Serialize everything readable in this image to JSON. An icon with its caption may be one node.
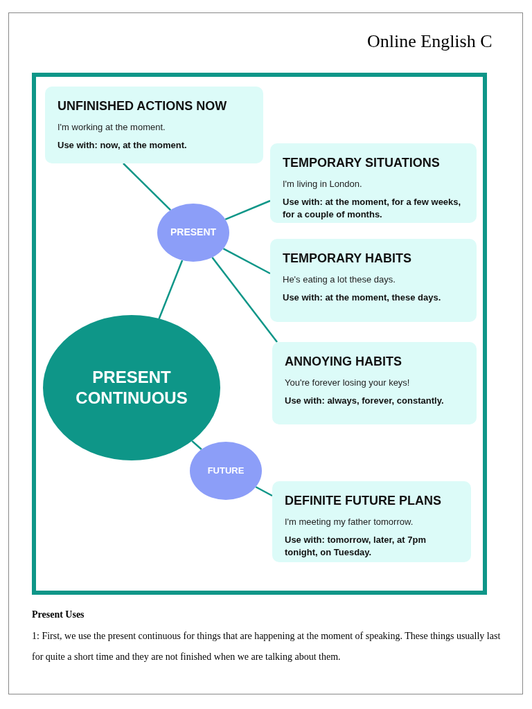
{
  "diagram": {
    "nodes": [
      {
        "text": [
          "UNFINISHED ACTIONS NOW",
          "I'm working at the moment.",
          "Use with: now, at the moment."
        ]
      },
      {
        "text": [
          "TEMPORARY SITUATIONS",
          "I'm living in London.",
          "Use with: at the moment, for a few weeks, for a couple of months."
        ]
      },
      {
        "text": [
          "PRESENT"
        ]
      },
      {
        "text": [
          "TEMPORARY HABITS",
          "He's eating a lot these days.",
          "Use with: at the moment, these days."
        ]
      },
      {
        "text": [
          "PRESENT CONTINUOUS"
        ]
      },
      {
        "text": [
          "ANNOYING HABITS",
          "You're forever losing your keys!",
          "Use with: always, forever, constantly."
        ]
      },
      {
        "text": [
          "FUTURE"
        ]
      },
      {
        "text": [
          "DEFINITE FUTURE PLANS",
          "I'm meeting my father tomorrow.",
          "Use with: tomorrow, later, at 7pm tonight, on Tuesday."
        ]
      }
    ],
    "edges": [
      {
        "from": 2,
        "to": 0,
        "arrow": "none"
      },
      {
        "from": 2,
        "to": 1,
        "arrow": "none"
      },
      {
        "from": 2,
        "to": 3,
        "arrow": "none"
      },
      {
        "from": 2,
        "to": 5,
        "arrow": "none"
      },
      {
        "from": 4,
        "to": 2,
        "arrow": "none"
      },
      {
        "from": 4,
        "to": 6,
        "arrow": "none"
      },
      {
        "from": 6,
        "to": 7,
        "arrow": "none"
      }
    ],
    "labels": [
      "Online English C",
      "Present Uses",
      "1: First, we use the present continuous for things that are happening at the moment of speaking. These things usually last for quite a short time and they are not finished when we are talking about them."
    ]
  }
}
